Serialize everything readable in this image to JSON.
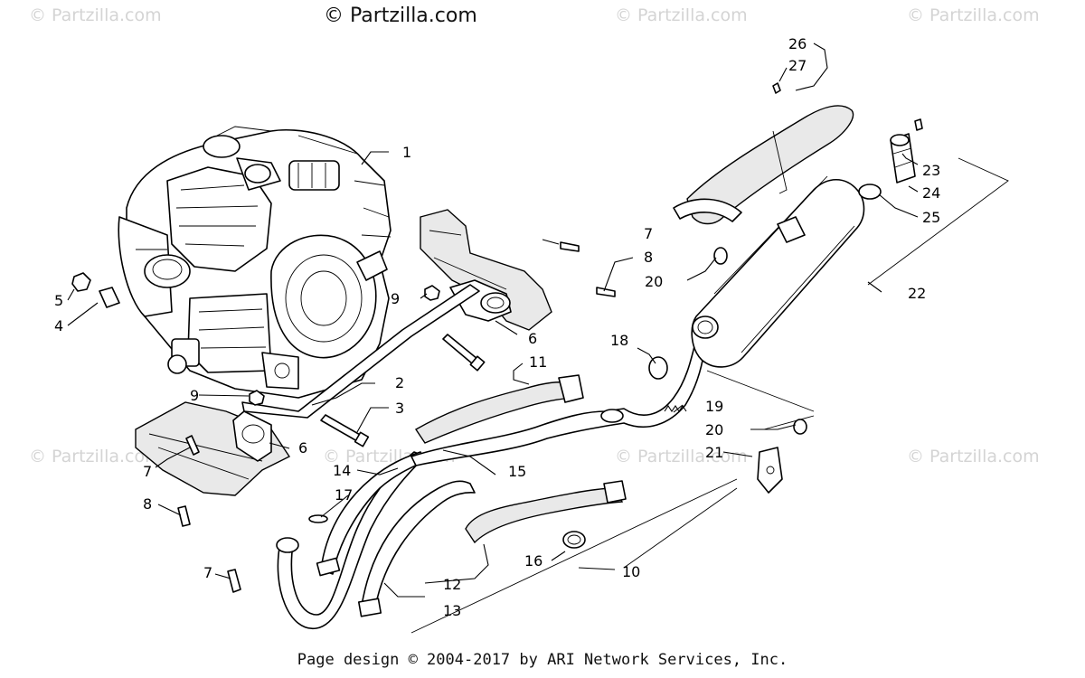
{
  "watermarks": {
    "main": "© Partzilla.com",
    "faint": "© Partzilla.com"
  },
  "footer": "Page design © 2004-2017 by ARI Network Services, Inc.",
  "callouts": {
    "c1": "1",
    "c2": "2",
    "c3": "3",
    "c4": "4",
    "c5": "5",
    "c6a": "6",
    "c6b": "6",
    "c7a": "7",
    "c7b": "7",
    "c7c": "7",
    "c8a": "8",
    "c8b": "8",
    "c9a": "9",
    "c9b": "9",
    "c10": "10",
    "c11": "11",
    "c12": "12",
    "c13": "13",
    "c14": "14",
    "c15": "15",
    "c16": "16",
    "c17": "17",
    "c18": "18",
    "c19": "19",
    "c20a": "20",
    "c20b": "20",
    "c21": "21",
    "c22": "22",
    "c23": "23",
    "c24": "24",
    "c25": "25",
    "c26": "26",
    "c27": "27"
  }
}
